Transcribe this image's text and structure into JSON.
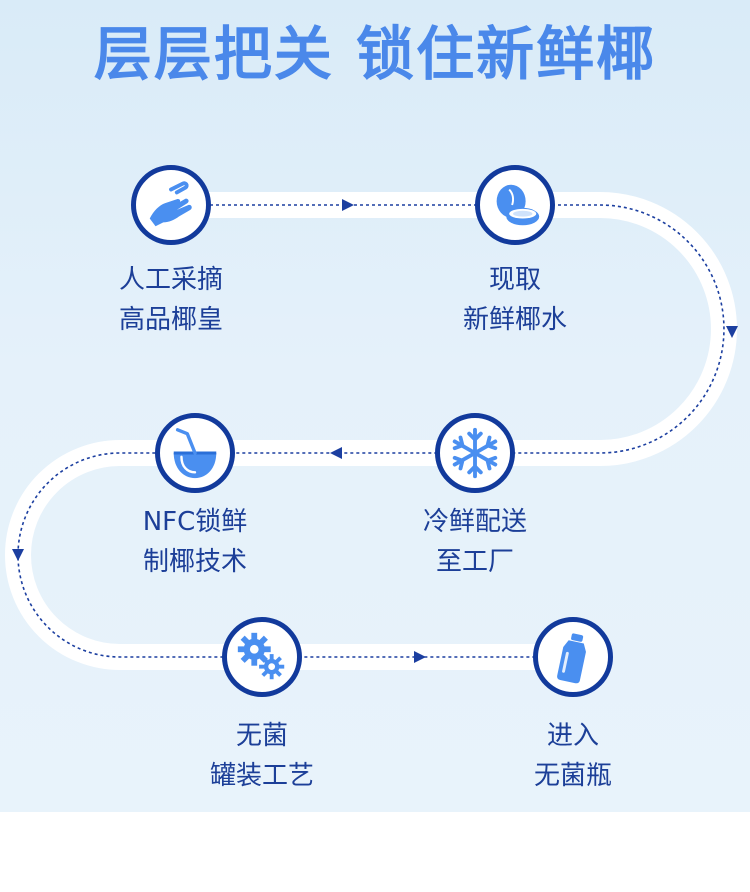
{
  "title": "层层把关 锁住新鲜椰",
  "colors": {
    "title": "#4a88ea",
    "icon_ring": "#123a9c",
    "icon_fill": "#4a8ff0",
    "path": "#ffffff",
    "arrow": "#1c3fa0",
    "label_text": "#1c3f98"
  },
  "steps": [
    {
      "icon": "hand-icon",
      "line1": "人工采摘",
      "line2": "高品椰皇"
    },
    {
      "icon": "coconut-icon",
      "line1": "现取",
      "line2": "新鲜椰水"
    },
    {
      "icon": "snowflake-icon",
      "line1": "冷鲜配送",
      "line2": "至工厂"
    },
    {
      "icon": "coconut-drink-icon",
      "line1": "NFC锁鲜",
      "line2": "制椰技术"
    },
    {
      "icon": "gears-icon",
      "line1": "无菌",
      "line2": "罐装工艺"
    },
    {
      "icon": "bottle-icon",
      "line1": "进入",
      "line2": "无菌瓶"
    }
  ]
}
